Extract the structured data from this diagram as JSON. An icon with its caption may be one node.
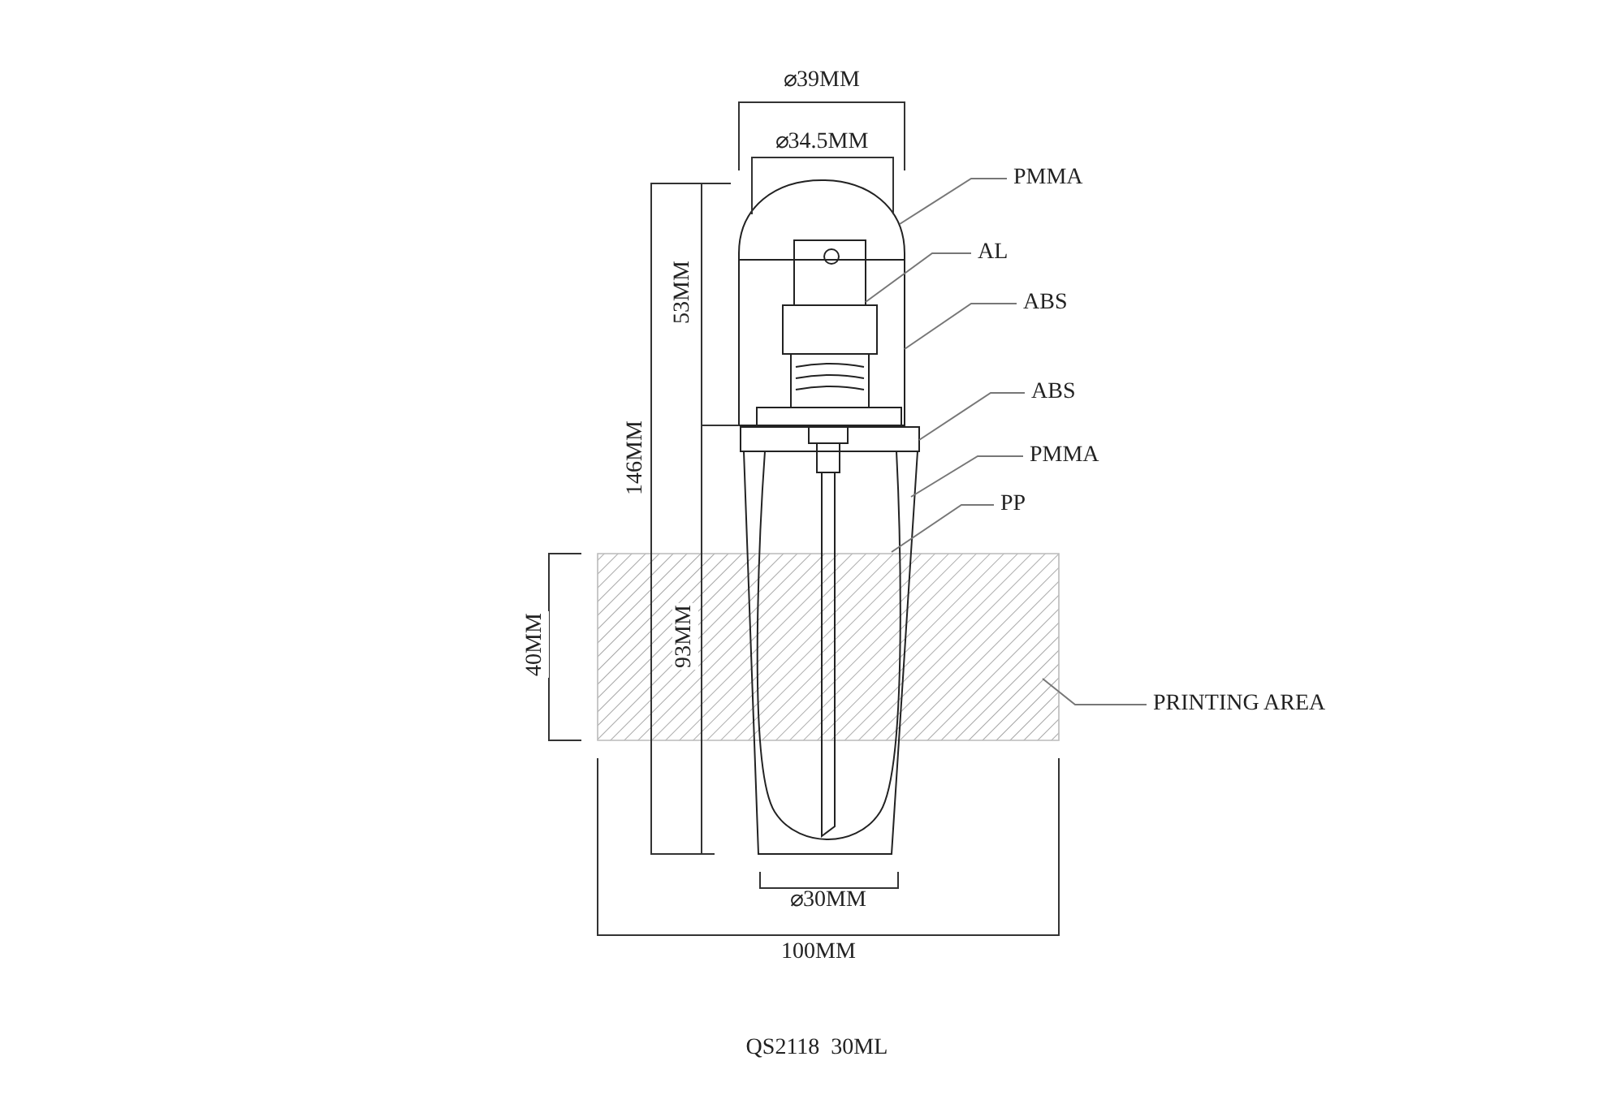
{
  "diagram": {
    "nodes": [
      {
        "text": [
          "PMMA"
        ]
      },
      {
        "text": [
          "AL"
        ]
      },
      {
        "text": [
          "ABS"
        ]
      },
      {
        "text": [
          "ABS"
        ]
      },
      {
        "text": [
          "PMMA"
        ]
      },
      {
        "text": [
          "PP"
        ]
      },
      {
        "text": [
          "PRINTING AREA"
        ]
      },
      {
        "text": [],
        "shape": "dome"
      },
      {
        "text": [],
        "shape": "box"
      },
      {
        "text": [],
        "shape": "box"
      },
      {
        "text": [],
        "shape": "bar"
      },
      {
        "text": [],
        "shape": "cylinder"
      },
      {
        "text": [],
        "shape": "cylinder",
        "in": 11
      },
      {
        "text": [],
        "shape": "box"
      }
    ],
    "edges": [
      {
        "from": 0,
        "to": 7,
        "arrow": "none"
      },
      {
        "from": 1,
        "to": 8,
        "arrow": "none"
      },
      {
        "from": 2,
        "to": 9,
        "arrow": "none"
      },
      {
        "from": 3,
        "to": 10,
        "arrow": "none"
      },
      {
        "from": 4,
        "to": 11,
        "arrow": "none"
      },
      {
        "from": 5,
        "to": 12,
        "arrow": "none"
      },
      {
        "from": 6,
        "to": 13,
        "arrow": "none"
      }
    ],
    "labels": [
      "⌀39MM",
      "⌀34.5MM",
      "53MM",
      "146MM",
      "93MM",
      "40MM",
      "⌀30MM",
      "100MM",
      "QS2118  30ML"
    ]
  }
}
